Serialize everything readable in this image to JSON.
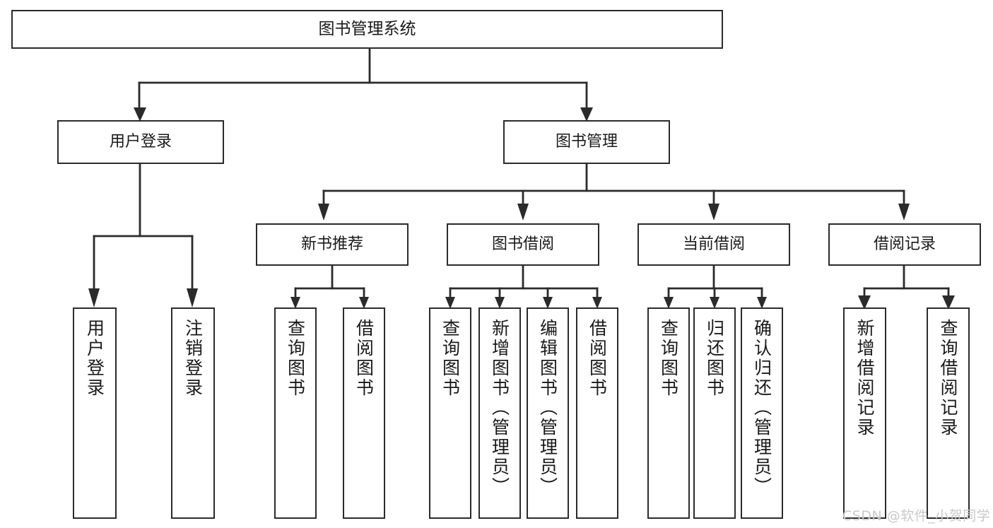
{
  "diagram": {
    "title": "图书管理系统",
    "type": "tree-hierarchy-chart",
    "watermark": "CSDN @软件_小贺同学",
    "colors": {
      "border": "#2b2b2b",
      "fill": "#ffffff",
      "text": "#1a1a1a",
      "edge": "#2b2b2b",
      "watermark": "#c9c9c9"
    },
    "levels": {
      "root": {
        "label": "图书管理系统"
      },
      "level2": [
        {
          "id": "user-login",
          "label": "用户登录"
        },
        {
          "id": "book-management",
          "label": "图书管理"
        }
      ],
      "level3": [
        {
          "id": "new-book-recommend",
          "label": "新书推荐"
        },
        {
          "id": "book-borrow",
          "label": "图书借阅"
        },
        {
          "id": "current-borrow",
          "label": "当前借阅"
        },
        {
          "id": "borrow-record",
          "label": "借阅记录"
        }
      ],
      "leaves": {
        "user-login": [
          {
            "id": "leaf-user-login",
            "label": "用户登录"
          },
          {
            "id": "leaf-logout-login",
            "label": "注销登录"
          }
        ],
        "new-book-recommend": [
          {
            "id": "leaf-query-book-1",
            "label": "查询图书"
          },
          {
            "id": "leaf-borrow-book-1",
            "label": "借阅图书"
          }
        ],
        "book-borrow": [
          {
            "id": "leaf-query-book-2",
            "label": "查询图书"
          },
          {
            "id": "leaf-add-book",
            "label": "新增图书（管理员）"
          },
          {
            "id": "leaf-edit-book",
            "label": "编辑图书（管理员）"
          },
          {
            "id": "leaf-borrow-book-2",
            "label": "借阅图书"
          }
        ],
        "current-borrow": [
          {
            "id": "leaf-query-book-3",
            "label": "查询图书"
          },
          {
            "id": "leaf-return-book",
            "label": "归还图书"
          },
          {
            "id": "leaf-confirm-return",
            "label": "确认归还（管理员）"
          }
        ],
        "borrow-record": [
          {
            "id": "leaf-add-record",
            "label": "新增借阅记录"
          },
          {
            "id": "leaf-query-record",
            "label": "查询借阅记录"
          }
        ]
      }
    }
  }
}
